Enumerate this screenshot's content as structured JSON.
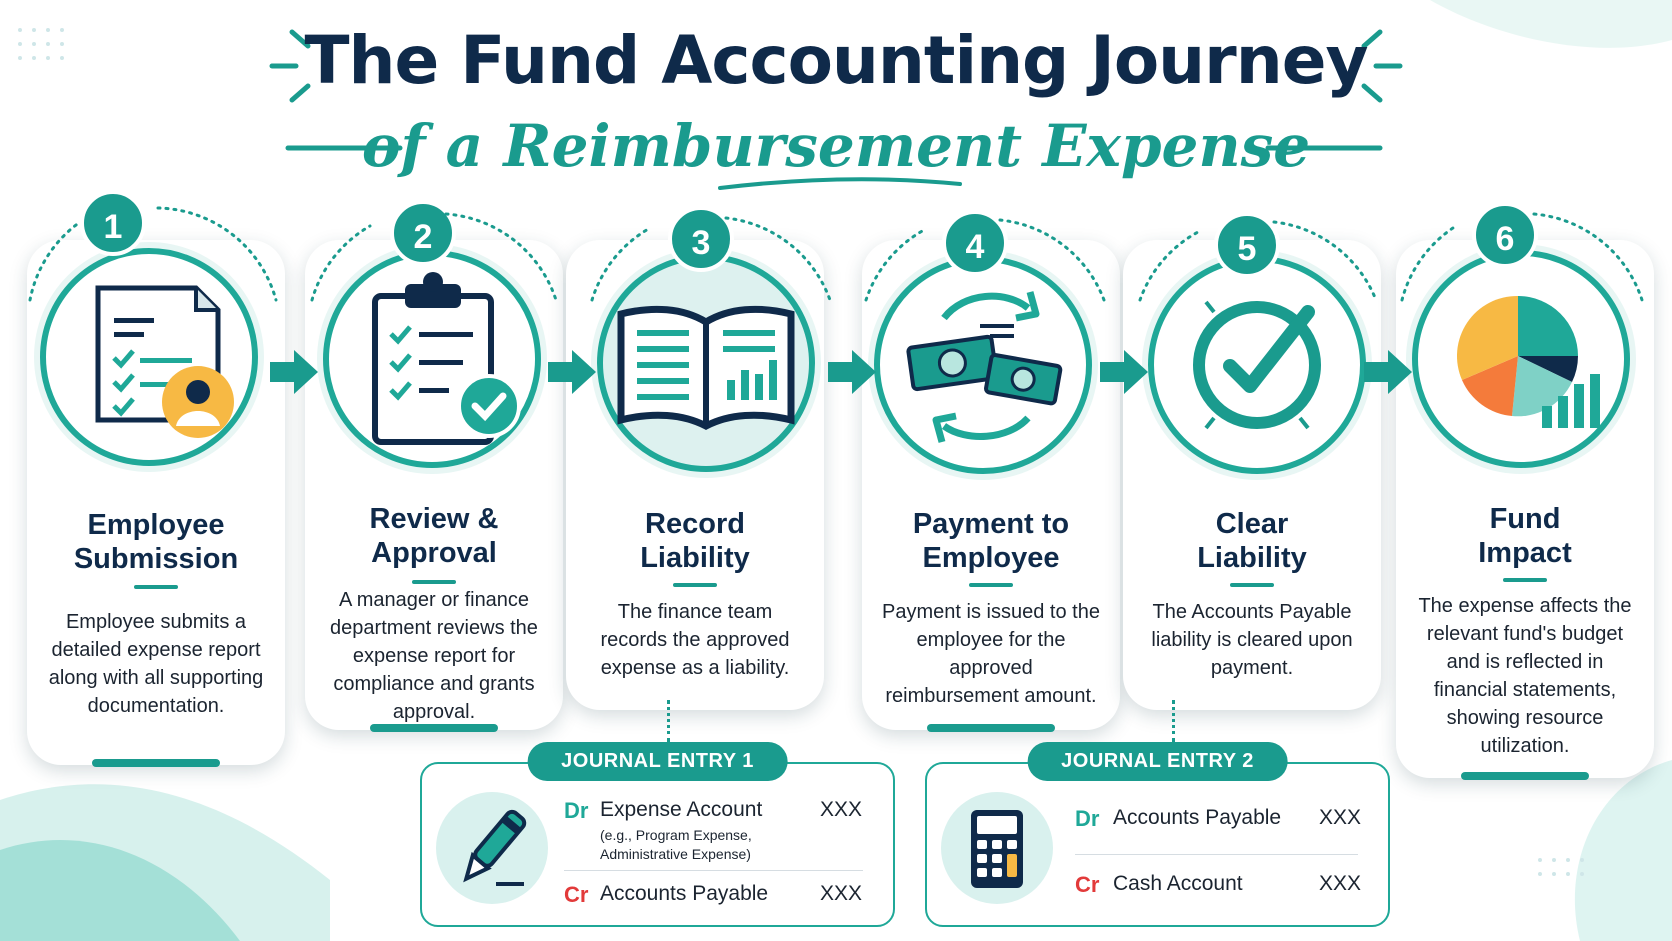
{
  "title": "The Fund Accounting Journey",
  "subtitle": "of a Reimbursement Expense",
  "steps": [
    {
      "number": "1",
      "heading": [
        "Employee",
        "Submission"
      ],
      "description": "Employee submits a detailed expense report along with all supporting documentation.",
      "icon": "expense-report-icon"
    },
    {
      "number": "2",
      "heading": [
        "Review &",
        "Approval"
      ],
      "description": "A manager or finance department reviews the expense report for compliance and grants approval.",
      "icon": "clipboard-check-icon"
    },
    {
      "number": "3",
      "heading": [
        "Record",
        "Liability"
      ],
      "description": "The finance team records the approved expense as a liability.",
      "icon": "ledger-book-icon"
    },
    {
      "number": "4",
      "heading": [
        "Payment to",
        "Employee"
      ],
      "description": "Payment is issued to the employee for the approved reimbursement amount.",
      "icon": "cash-transfer-icon"
    },
    {
      "number": "5",
      "heading": [
        "Clear",
        "Liability"
      ],
      "description": "The Accounts Payable liability is cleared upon payment.",
      "icon": "checkmark-circle-icon"
    },
    {
      "number": "6",
      "heading": [
        "Fund",
        "Impact"
      ],
      "description": "The expense affects the relevant fund's budget and is reflected in financial statements, showing resource utilization.",
      "icon": "pie-chart-icon"
    }
  ],
  "journal_entries": [
    {
      "title": "JOURNAL ENTRY 1",
      "icon": "pen-icon",
      "debit": {
        "label": "Dr",
        "account": "Expense Account",
        "note": [
          "(e.g., Program Expense,",
          "Administrative Expense)"
        ],
        "amount": "XXX"
      },
      "credit": {
        "label": "Cr",
        "account": "Accounts Payable",
        "amount": "XXX"
      }
    },
    {
      "title": "JOURNAL ENTRY 2",
      "icon": "calculator-icon",
      "debit": {
        "label": "Dr",
        "account": "Accounts Payable",
        "amount": "XXX"
      },
      "credit": {
        "label": "Cr",
        "account": "Cash Account",
        "amount": "XXX"
      }
    }
  ],
  "colors": {
    "teal": "#1a9b8e",
    "navy": "#0f2a4a",
    "red": "#e23a3a",
    "orange": "#f47b3b",
    "yellow": "#f7b944"
  }
}
